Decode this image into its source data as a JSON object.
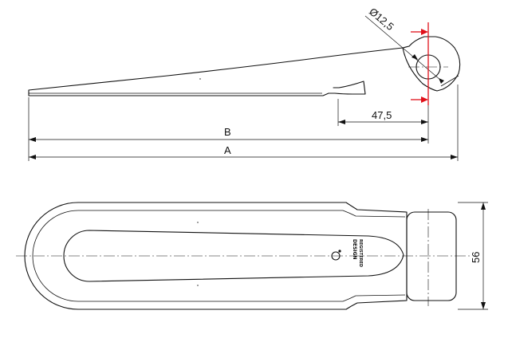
{
  "dimensions": {
    "diameter_label": "Ø12,5",
    "offset_label": "47,5",
    "length_b_label": "B",
    "length_a_label": "A",
    "width_label": "56"
  },
  "logo": {
    "line1": "DESIGN",
    "line2": "REGISTERED"
  },
  "colors": {
    "line": "#111111",
    "accent": "#e0101a",
    "background": "#ffffff"
  }
}
